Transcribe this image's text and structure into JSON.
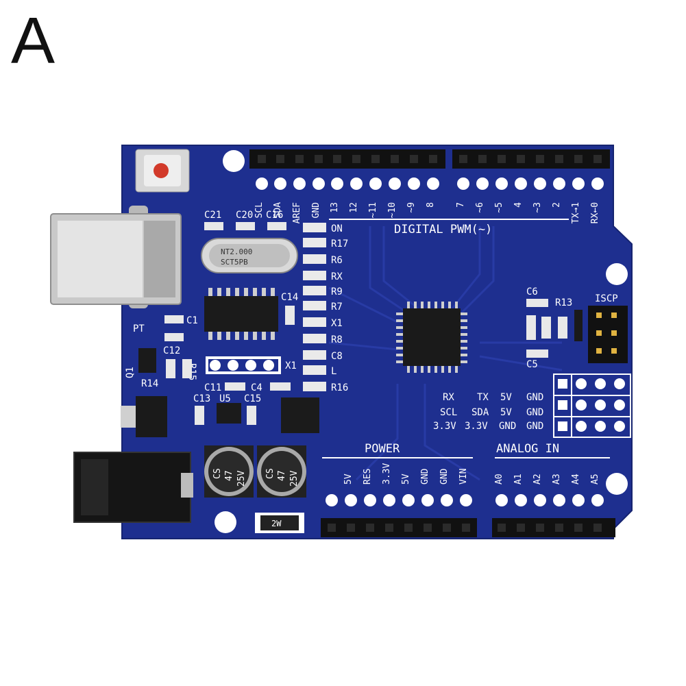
{
  "corner_letter": "A",
  "colors": {
    "board": "#1e2f8f",
    "silkscreen": "#ffffff",
    "header": "#111111",
    "usb": "#c9c9c9",
    "reset_button": "#d23a2a"
  },
  "board": {
    "top_pins": [
      "SCL",
      "SDA",
      "AREF",
      "GND",
      "13",
      "12",
      "~11",
      "~10",
      "~9",
      "8",
      "7",
      "~6",
      "~5",
      "4",
      "~3",
      "2",
      "TX→1",
      "RX←0"
    ],
    "digital_label": "DIGITAL PWM(~)",
    "led_labels": [
      "ON",
      "R17",
      "R6",
      "RX",
      "R9",
      "R7",
      "X1",
      "R8",
      "C8",
      "L",
      "R16"
    ],
    "cap_labels": [
      "C21",
      "C20",
      "C16",
      "C14",
      "C1",
      "C12",
      "C11",
      "C4",
      "C13",
      "C15",
      "C6",
      "C5"
    ],
    "part_labels": [
      "PT",
      "Q1",
      "R14",
      "R15",
      "U5",
      "R13",
      "X1"
    ],
    "crystal_text": [
      "NT2.000",
      "SCT5PB"
    ],
    "icsp_label": "ISCP",
    "grid_rows": [
      [
        "RX",
        "TX",
        "5V",
        "GND"
      ],
      [
        "SCL",
        "SDA",
        "5V",
        "GND"
      ],
      [
        "3.3V",
        "3.3V",
        "GND",
        "GND"
      ]
    ],
    "power_label": "POWER",
    "power_pins": [
      "5V",
      "RES",
      "3.3V",
      "5V",
      "GND",
      "GND",
      "VIN"
    ],
    "analog_label": "ANALOG IN",
    "analog_pins": [
      "A0",
      "A1",
      "A2",
      "A3",
      "A4",
      "A5"
    ],
    "cap_text": [
      "CS",
      "47",
      "25V"
    ],
    "diode_text": "2W"
  }
}
